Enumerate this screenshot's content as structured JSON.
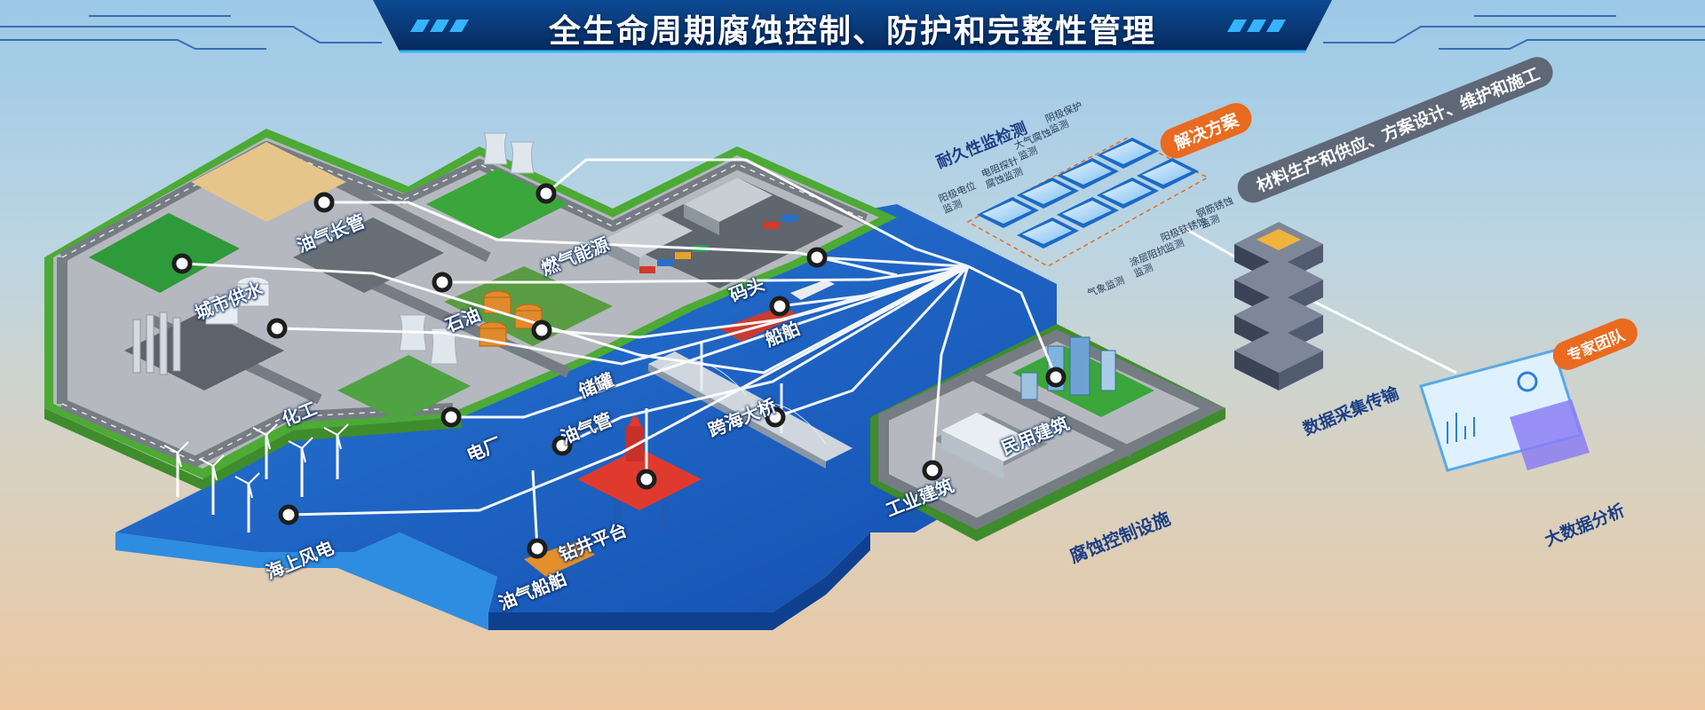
{
  "title": "全生命周期腐蚀控制、防护和完整性管理",
  "labels": {
    "oil_gas_long_pipe": "油气长管",
    "urban_water": "城市供水",
    "chemical": "化工",
    "petroleum": "石油",
    "gas_energy": "燃气能源",
    "dock": "码头",
    "ship": "船舶",
    "storage_tank": "储罐",
    "power_plant": "电厂",
    "oil_gas_pipe": "油气管",
    "sea_bridge": "跨海大桥",
    "civil_building": "民用建筑",
    "industrial_building": "工业建筑",
    "offshore_wind": "海上风电",
    "drilling_platform": "钻井平台",
    "oil_gas_ship": "油气船舶",
    "corrosion_facility": "腐蚀控制设施"
  },
  "monitoring": {
    "title": "耐久性监检测",
    "items": [
      "阴极保护\n监测",
      "大气腐蚀\n监测",
      "电阻探针\n腐蚀监测",
      "阳极电位\n监测",
      "钢筋锈蚀\n监测",
      "阳极铁锈蚀\n监测",
      "涂层阻抗\n监测",
      "气象监测"
    ]
  },
  "solution": {
    "badge": "解决方案",
    "text": "材料生产和供应、方案设计、维护和施工"
  },
  "data_transfer": "数据采集传输",
  "expert_team": "专家团队",
  "big_data": "大数据分析",
  "colors": {
    "sea": "#1f63c7",
    "sea_edge": "#1454b0",
    "land_border": "#4caa35",
    "land": "#b4b8be",
    "road": "#6e7379",
    "accent_orange": "#ea6a1f",
    "title_band": "#0b3a7a"
  }
}
